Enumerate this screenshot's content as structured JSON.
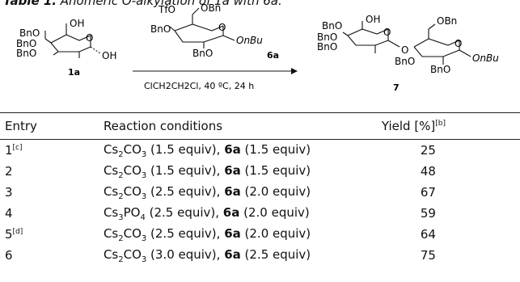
{
  "caption": {
    "prefix": "Table 1.",
    "text": "Anomeric O-alkylation of 1a with 6a."
  },
  "scheme": {
    "reactant": {
      "label": "1a",
      "groups": [
        "BnO",
        "BnO",
        "BnO",
        "OH",
        "O",
        "OH"
      ]
    },
    "reagent": {
      "label": "6a",
      "groups": [
        "TfO",
        "OBn",
        "BnO",
        "O",
        "OnBu",
        "BnO"
      ]
    },
    "product": {
      "label": "7",
      "groups": [
        "BnO",
        "BnO",
        "BnO",
        "OH",
        "O",
        "O",
        "OBn",
        "BnO",
        "O",
        "OnBu",
        "BnO"
      ]
    },
    "conditions": "ClCH2CH2Cl, 40 ºC, 24 h"
  },
  "table": {
    "headers": {
      "entry": "Entry",
      "conditions": "Reaction conditions",
      "yield": "Yield [%]",
      "yield_note": "[b]"
    },
    "rows": [
      {
        "entry": "1",
        "note": "[c]",
        "base": "Cs",
        "sub1": "2",
        "base2": "CO",
        "sub2": "3",
        "base_eq": " (1.5 equiv), ",
        "reagent": "6a",
        "reagent_eq": " (1.5 equiv)",
        "yield": "25"
      },
      {
        "entry": "2",
        "note": "",
        "base": "Cs",
        "sub1": "2",
        "base2": "CO",
        "sub2": "3",
        "base_eq": " (1.5 equiv), ",
        "reagent": "6a",
        "reagent_eq": " (1.5 equiv)",
        "yield": "48"
      },
      {
        "entry": "3",
        "note": "",
        "base": "Cs",
        "sub1": "2",
        "base2": "CO",
        "sub2": "3",
        "base_eq": " (2.5 equiv), ",
        "reagent": "6a",
        "reagent_eq": " (2.0 equiv)",
        "yield": "67"
      },
      {
        "entry": "4",
        "note": "",
        "base": "Cs",
        "sub1": "3",
        "base2": "PO",
        "sub2": "4",
        "base_eq": " (2.5 equiv), ",
        "reagent": "6a",
        "reagent_eq": " (2.0 equiv)",
        "yield": "59"
      },
      {
        "entry": "5",
        "note": "[d]",
        "base": "Cs",
        "sub1": "2",
        "base2": "CO",
        "sub2": "3",
        "base_eq": " (2.5 equiv), ",
        "reagent": "6a",
        "reagent_eq": " (2.0 equiv)",
        "yield": "64"
      },
      {
        "entry": "6",
        "note": "",
        "base": "Cs",
        "sub1": "2",
        "base2": "CO",
        "sub2": "3",
        "base_eq": " (3.0 equiv), ",
        "reagent": "6a",
        "reagent_eq": " (2.5 equiv)",
        "yield": "75"
      }
    ]
  }
}
